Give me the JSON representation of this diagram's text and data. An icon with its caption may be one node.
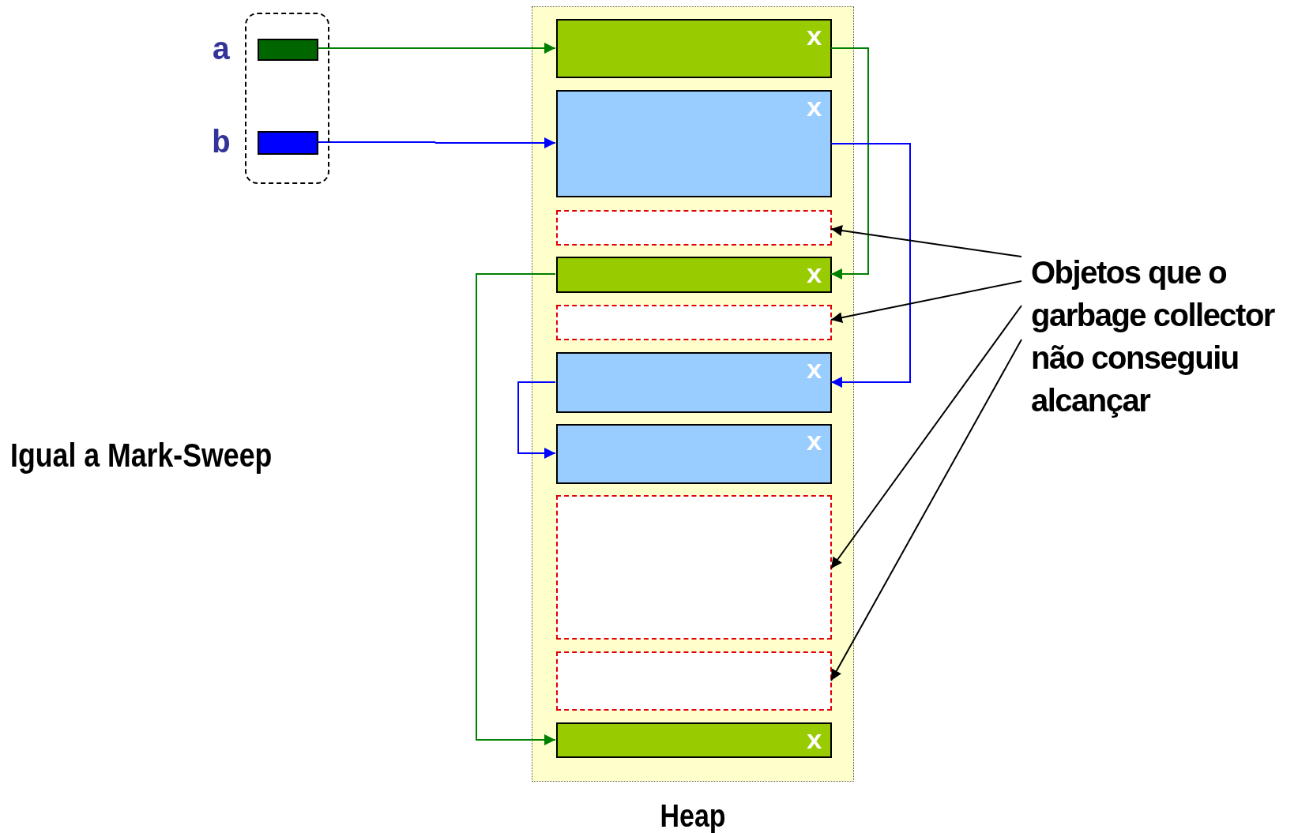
{
  "diagram": {
    "nodes": [
      {
        "text": [],
        "shape": "box"
      },
      {
        "text": [],
        "shape": "box",
        "beside": [
          "a"
        ],
        "in": 0
      },
      {
        "text": [],
        "shape": "box",
        "beside": [
          "b"
        ],
        "in": 0
      },
      {
        "text": [
          "Heap"
        ]
      },
      {
        "text": [
          "x"
        ],
        "in": 3
      },
      {
        "text": [
          "x"
        ],
        "in": 3
      },
      {
        "text": [],
        "shape": "box",
        "in": 3
      },
      {
        "text": [
          "x"
        ],
        "in": 3
      },
      {
        "text": [],
        "shape": "box",
        "in": 3
      },
      {
        "text": [
          "x"
        ],
        "in": 3
      },
      {
        "text": [
          "x"
        ],
        "in": 3
      },
      {
        "text": [],
        "shape": "box",
        "in": 3
      },
      {
        "text": [],
        "shape": "box",
        "in": 3
      },
      {
        "text": [
          "x"
        ],
        "in": 3
      },
      {
        "text": [
          "Objetos que o garbage collector não conseguiu alcançar"
        ]
      }
    ],
    "edges": [
      {
        "from": 1,
        "to": 4,
        "arrow": "to",
        "color": "#008000"
      },
      {
        "from": 2,
        "to": 5,
        "arrow": "to",
        "color": "#0000ff"
      },
      {
        "from": 4,
        "to": 7,
        "arrow": "to",
        "color": "#008000"
      },
      {
        "from": 5,
        "to": 9,
        "arrow": "to",
        "color": "#0000ff"
      },
      {
        "from": 7,
        "to": 13,
        "arrow": "to",
        "color": "#008000"
      },
      {
        "from": 9,
        "to": 10,
        "arrow": "to",
        "color": "#0000ff"
      },
      {
        "from": 14,
        "to": 6,
        "arrow": "to",
        "color": "#000000"
      },
      {
        "from": 14,
        "to": 8,
        "arrow": "to",
        "color": "#000000"
      },
      {
        "from": 14,
        "to": 11,
        "arrow": "to",
        "color": "#000000"
      },
      {
        "from": 14,
        "to": 12,
        "arrow": "to",
        "color": "#000000"
      }
    ],
    "labels": [
      "Igual a Mark-Sweep"
    ]
  }
}
